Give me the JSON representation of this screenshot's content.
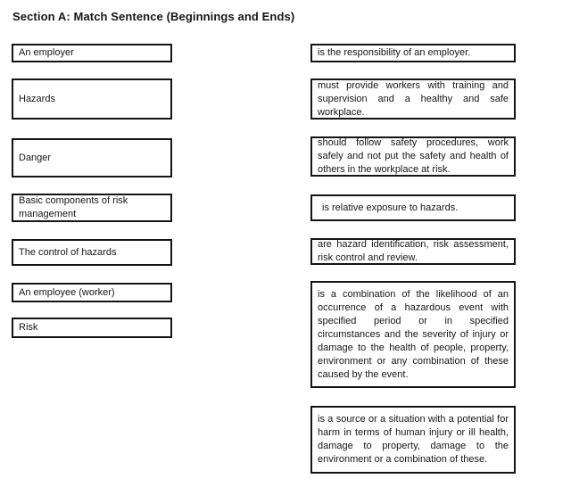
{
  "page": {
    "title": "Section A: Match Sentence (Beginnings and Ends)"
  },
  "beginnings": [
    {
      "text": "An employer"
    },
    {
      "text": "Hazards"
    },
    {
      "text": "Danger"
    },
    {
      "text": "Basic components of risk management"
    },
    {
      "text": "The control of hazards"
    },
    {
      "text": "An employee (worker)"
    },
    {
      "text": "Risk"
    }
  ],
  "endings": [
    {
      "text": "is the responsibility of an employer."
    },
    {
      "text": "must provide workers with training and supervision and a healthy and safe workplace."
    },
    {
      "text": "should follow safety procedures, work safely and not put the safety and health of others in the workplace at risk."
    },
    {
      "text": "is relative exposure to hazards."
    },
    {
      "text": "are hazard identification, risk assessment, risk control and review."
    },
    {
      "text": "is a combination of the likelihood of an occurrence of a hazardous event with specified period or in specified circumstances and the severity of injury or damage to the health of people, property, environment or any combination of these caused by the event."
    },
    {
      "text": "is a source or a situation with a potential for harm in terms of human injury or ill health, damage to property, damage to the environment or a combination of these."
    }
  ],
  "colors": {
    "background": "#ffffff",
    "text": "#161616",
    "border": "#141414"
  }
}
